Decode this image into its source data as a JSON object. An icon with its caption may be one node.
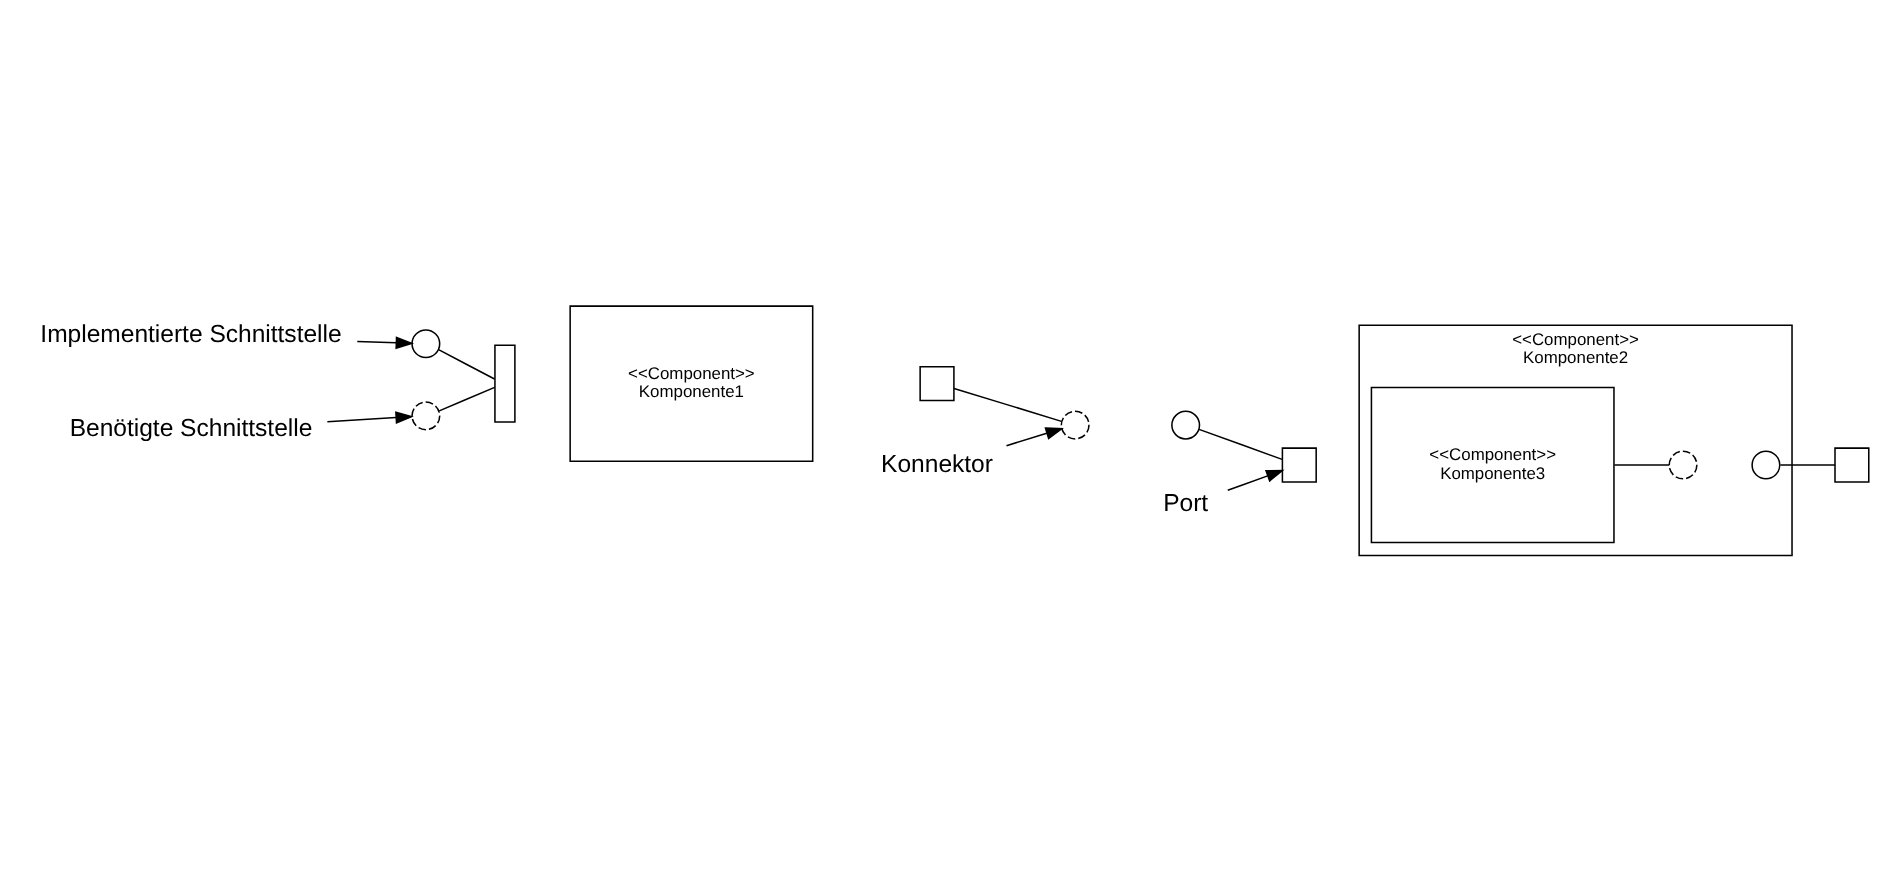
{
  "diagram": {
    "nodes": [
      {
        "text": [
          "Implementierte Schnittstelle"
        ]
      },
      {
        "text": [],
        "shape": "circle"
      },
      {
        "text": [],
        "shape": "arc"
      },
      {
        "text": [
          "Benötigte Schnittstelle"
        ]
      },
      {
        "text": [
          "<<Component>>",
          "Komponente1"
        ]
      },
      {
        "text": [],
        "shape": "bar"
      },
      {
        "text": [],
        "shape": "box"
      },
      {
        "text": [],
        "shape": "arc"
      },
      {
        "text": [],
        "shape": "circle"
      },
      {
        "text": [
          "Port"
        ]
      },
      {
        "text": [],
        "shape": "box"
      },
      {
        "text": [
          "<<Component>>",
          "Komponente2"
        ]
      },
      {
        "text": [
          "Konnektor"
        ]
      },
      {
        "text": [
          "<<Component>>",
          "Komponente3"
        ],
        "in": 11
      },
      {
        "text": [],
        "shape": "arc",
        "in": 11
      },
      {
        "text": [],
        "shape": "circle",
        "in": 11
      },
      {
        "text": [],
        "shape": "box"
      }
    ],
    "edges": [
      {
        "from": 0,
        "to": 1,
        "arrow": "to"
      },
      {
        "from": 3,
        "to": 2,
        "arrow": "to"
      },
      {
        "from": 1,
        "to": 5,
        "arrow": "none"
      },
      {
        "from": 2,
        "to": 5,
        "arrow": "none"
      },
      {
        "from": 6,
        "to": 7,
        "arrow": "none"
      },
      {
        "from": 8,
        "to": 10,
        "arrow": "none"
      },
      {
        "from": 9,
        "to": 10,
        "arrow": "to"
      },
      {
        "from": 12,
        "to": 7,
        "arrow": "to"
      },
      {
        "from": 13,
        "to": 14,
        "arrow": "none"
      },
      {
        "from": 15,
        "to": 16,
        "arrow": "none"
      }
    ]
  }
}
